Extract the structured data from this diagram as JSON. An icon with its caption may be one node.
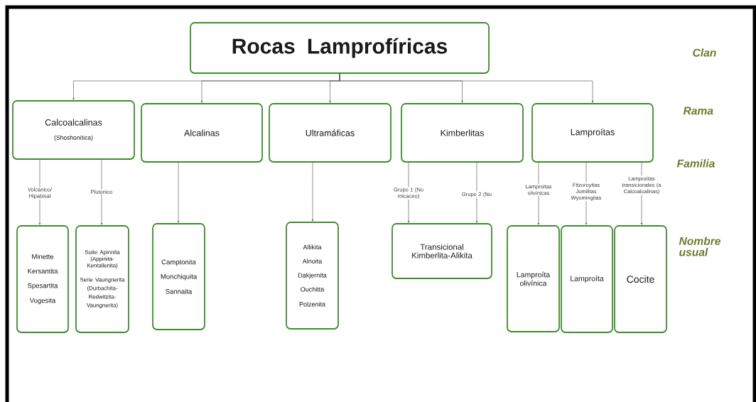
{
  "diagram": {
    "nodes": [
      {
        "text": [
          "Rocas Lamprofíricas"
        ]
      },
      {
        "text": [
          "Calcoalcalinas",
          "(Shoshonítica)"
        ]
      },
      {
        "text": [
          "Alcalinas"
        ]
      },
      {
        "text": [
          "Ultramáficas"
        ]
      },
      {
        "text": [
          "Kimberlitas"
        ]
      },
      {
        "text": [
          "Lamproítas"
        ]
      },
      {
        "text": [
          "Minette",
          "Kersantita",
          "Spesartita",
          "Vogesita"
        ]
      },
      {
        "text": [
          "Suite Apinnita (Appinita-Kentallenita)",
          "Serie Vaungnerita (Durbachita-Redwitzita-Vaungnerita)"
        ]
      },
      {
        "text": [
          "Camptonita",
          "Monchiquita",
          "Sannaita"
        ]
      },
      {
        "text": [
          "Allikita",
          "Alnoita",
          "Dakjernita",
          "Ouchitta",
          "Polzenita"
        ]
      },
      {
        "text": [
          "Transicional Kimberlita-Alikita"
        ]
      },
      {
        "text": [
          "Lamproíta olivínica"
        ]
      },
      {
        "text": [
          "Lamproíta"
        ]
      },
      {
        "text": [
          "Cocite"
        ]
      }
    ],
    "edges": [
      {
        "from": 0,
        "to": 1,
        "arrow": "to"
      },
      {
        "from": 0,
        "to": 2,
        "arrow": "to"
      },
      {
        "from": 0,
        "to": 3,
        "arrow": "to"
      },
      {
        "from": 0,
        "to": 4,
        "arrow": "to"
      },
      {
        "from": 0,
        "to": 5,
        "arrow": "to"
      },
      {
        "from": 1,
        "to": 6,
        "arrow": "to",
        "label": "Volcánico/ Hipabisal"
      },
      {
        "from": 1,
        "to": 7,
        "arrow": "to",
        "label": "Plutónico"
      },
      {
        "from": 2,
        "to": 8,
        "arrow": "to"
      },
      {
        "from": 3,
        "to": 9,
        "arrow": "to"
      },
      {
        "from": 4,
        "to": 10,
        "arrow": "to",
        "label": "Grupo 1 (No micaceo)"
      },
      {
        "from": 4,
        "to": 10,
        "arrow": "to",
        "label": "Grupo 2 (No"
      },
      {
        "from": 5,
        "to": 11,
        "arrow": "to",
        "label": "Lamproitas olivínicas"
      },
      {
        "from": 5,
        "to": 12,
        "arrow": "to",
        "label": "Fitzoroyitas Jumilitas Wyomingitas"
      },
      {
        "from": 5,
        "to": 13,
        "arrow": "to",
        "label": "Lamproítas transicionales (a Calcoalcalinas)"
      }
    ],
    "labels": [
      "Clan",
      "Rama",
      "Familia",
      "Nombre usual"
    ]
  }
}
